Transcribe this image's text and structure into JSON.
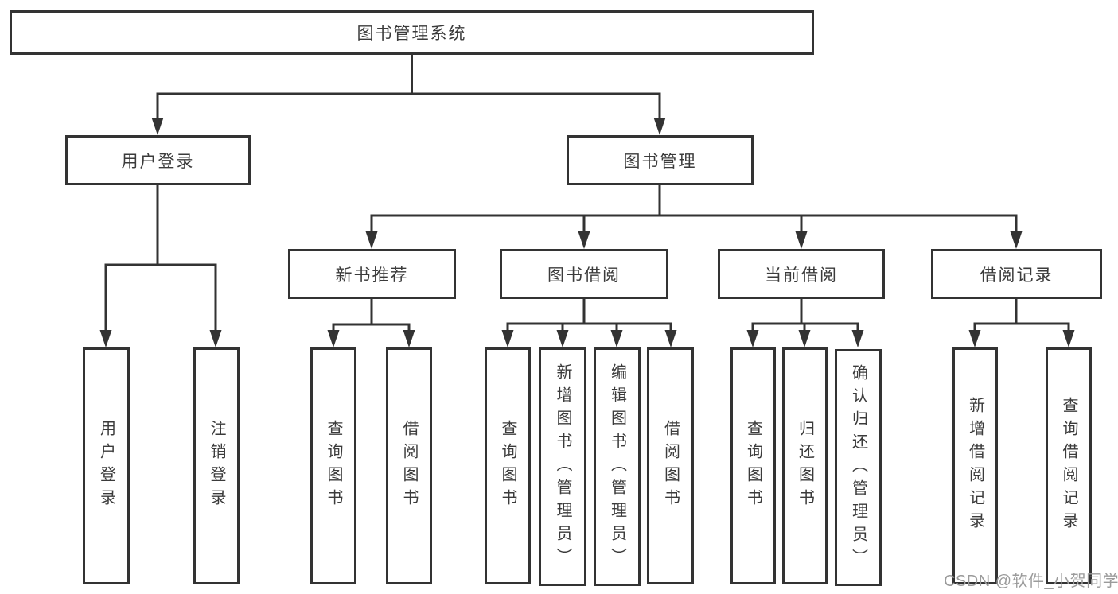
{
  "diagram": {
    "type": "function-structure-tree",
    "root": {
      "label": "图书管理系统"
    },
    "level2": [
      {
        "id": "user-login",
        "label": "用户登录",
        "parent": "图书管理系统"
      },
      {
        "id": "book-management",
        "label": "图书管理",
        "parent": "图书管理系统"
      }
    ],
    "level3": [
      {
        "id": "new-book-recommend",
        "label": "新书推荐",
        "parent": "图书管理"
      },
      {
        "id": "book-borrow",
        "label": "图书借阅",
        "parent": "图书管理"
      },
      {
        "id": "current-borrow",
        "label": "当前借阅",
        "parent": "图书管理"
      },
      {
        "id": "borrow-record",
        "label": "借阅记录",
        "parent": "图书管理"
      }
    ],
    "level4": [
      {
        "label": "用户登录",
        "parent": "用户登录"
      },
      {
        "label": "注销登录",
        "parent": "用户登录"
      },
      {
        "label": "查询图书",
        "parent": "新书推荐"
      },
      {
        "label": "借阅图书",
        "parent": "新书推荐"
      },
      {
        "label": "查询图书",
        "parent": "图书借阅"
      },
      {
        "label": "新增图书（管理员）",
        "parent": "图书借阅"
      },
      {
        "label": "编辑图书（管理员）",
        "parent": "图书借阅"
      },
      {
        "label": "借阅图书",
        "parent": "图书借阅"
      },
      {
        "label": "查询图书",
        "parent": "当前借阅"
      },
      {
        "label": "归还图书",
        "parent": "当前借阅"
      },
      {
        "label": "确认归还（管理员）",
        "parent": "当前借阅"
      },
      {
        "label": "新增借阅记录",
        "parent": "借阅记录"
      },
      {
        "label": "查询借阅记录",
        "parent": "借阅记录"
      }
    ]
  },
  "watermark": "CSDN @软件_小贺同学",
  "colors": {
    "line": "#333333",
    "text": "#3b3b3b",
    "background": "#ffffff",
    "watermark": "#9b9b9b"
  }
}
